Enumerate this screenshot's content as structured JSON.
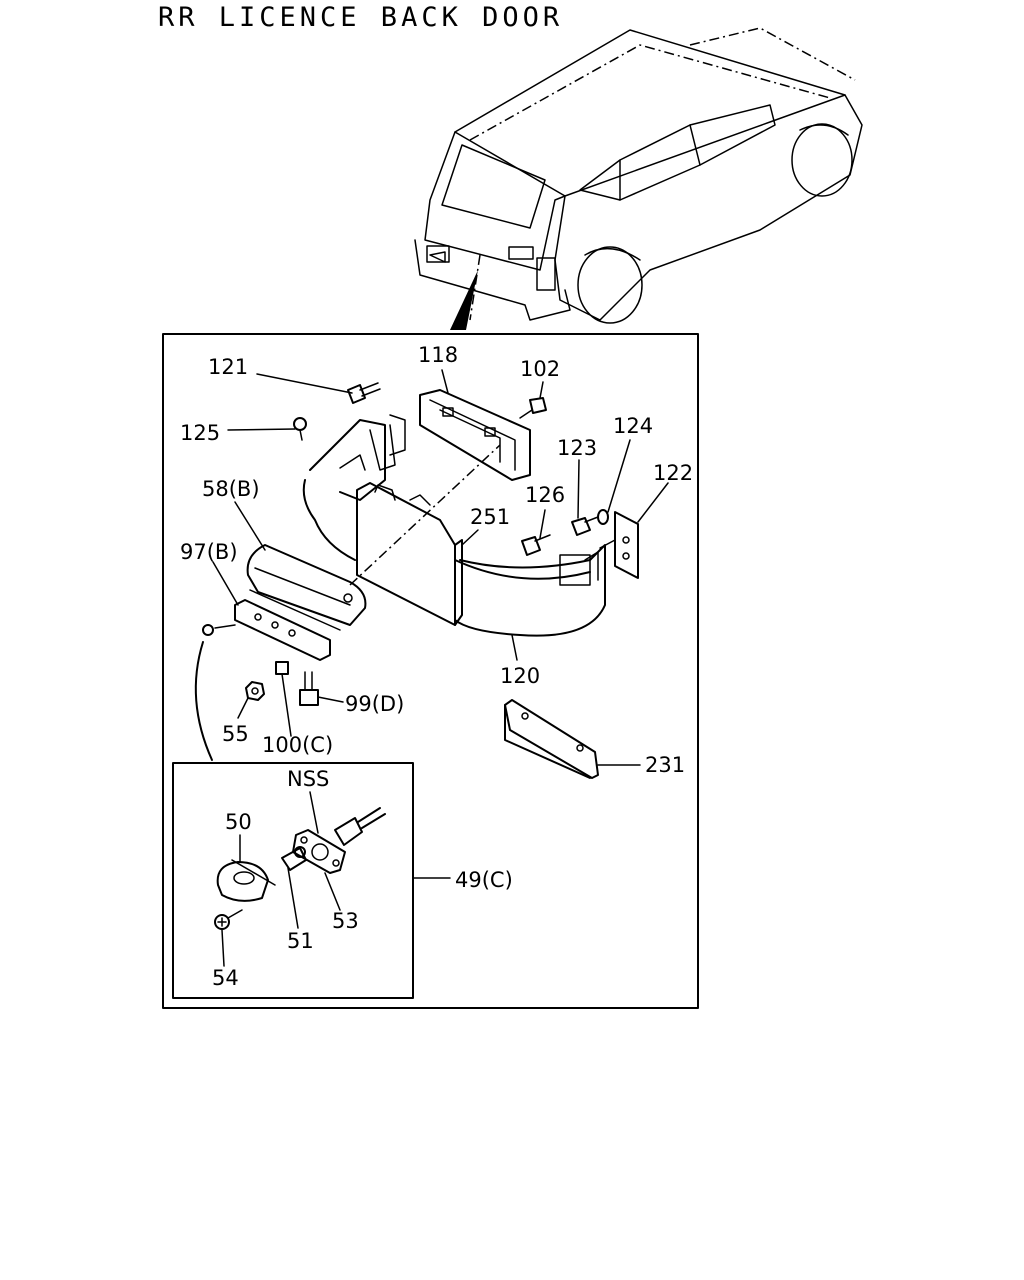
{
  "title": "RR LICENCE BACK DOOR",
  "callouts": {
    "p121": "121",
    "p118": "118",
    "p102": "102",
    "p125": "125",
    "p124": "124",
    "p123": "123",
    "p122": "122",
    "p58b": "58(B)",
    "p126": "126",
    "p251": "251",
    "p97b": "97(B)",
    "p120": "120",
    "p99d": "99(D)",
    "p55": "55",
    "p100c": "100(C)",
    "p231": "231",
    "nss": "NSS",
    "p50": "50",
    "p49c": "49(C)",
    "p53": "53",
    "p51": "51",
    "p54": "54"
  }
}
